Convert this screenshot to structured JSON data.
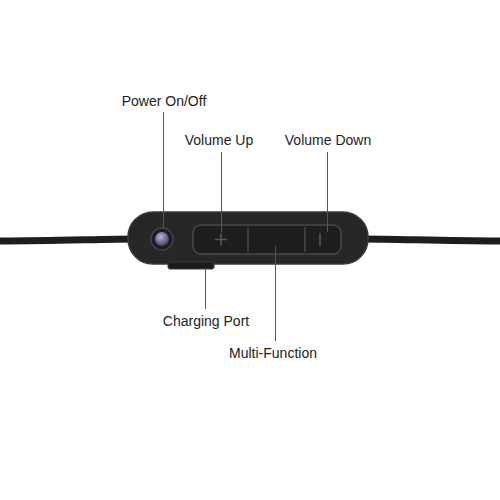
{
  "diagram": {
    "labels": [
      "Power On/Off",
      "Volume Up",
      "Volume Down",
      "Charging Port",
      "Multi-Function"
    ]
  }
}
